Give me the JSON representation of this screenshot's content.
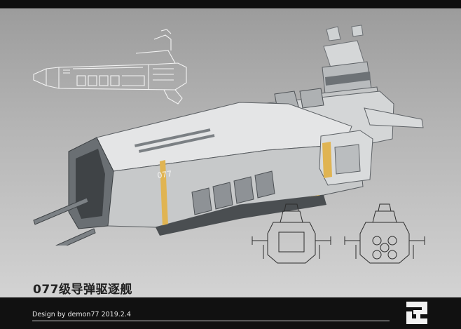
{
  "caption": {
    "title": "077级导弹驱逐舰"
  },
  "ship": {
    "hull_number": "077"
  },
  "footer": {
    "credit": "Design by demon77 2019.2.4"
  },
  "colors": {
    "background_top": "#9c9c9c",
    "background_bottom": "#d3d3d3",
    "hull": "#c9cbcc",
    "hull_dark": "#55595c",
    "accent": "#e0b452",
    "frame": "#111111"
  },
  "icons": {
    "logo": "abstract-block-logo-icon"
  }
}
